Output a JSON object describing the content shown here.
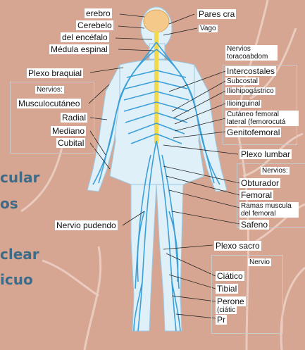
{
  "background_words": [
    "cular",
    "os",
    "clear",
    "icuo"
  ],
  "left_labels": {
    "cerebro": "erebro",
    "cerebelo": "Cerebelo",
    "tronco": "del encéfalo",
    "medula": "Médula espinal",
    "plexo_braquial": "Plexo braquial",
    "nervios": "Nervios:",
    "musculocutaneo": "Musculocutáneo",
    "radial": "Radial",
    "mediano": "Mediano",
    "cubital": "Cubital",
    "pudendo": "Nervio pudendo"
  },
  "right_labels": {
    "pares": "Pares cra",
    "vago": "Vago",
    "nervios_toraco": "Nervios toracoabdom",
    "intercostales": "Intercostales",
    "subcostal": "Subcostal",
    "iliohipogastrico": "Iliohipogástrico",
    "ilioinguinal": "Ilioinguinal",
    "cutaneo": "Cutáneo femoral lateral (femorocutá",
    "genitofemoral": "Genitofemoral",
    "plexo_lumbar": "Plexo lumbar",
    "nervios2": "Nervios:",
    "obturador": "Obturador",
    "femoral": "Femoral",
    "ramas": "Ramas muscula del femoral",
    "safeno": "Safeno",
    "plexo_sacro": "Plexo sacro",
    "nervios3": "Nervio",
    "ciatico": "Ciático",
    "tibial": "Tibial",
    "perone": "Perone",
    "ciatic": "(ciátic",
    "pr": "Pr"
  },
  "colors": {
    "background": "#d7a692",
    "skin": "#dff0f8",
    "nerve": "#3ba0d8",
    "spine": "#f2d94c",
    "brain": "#f4c98a",
    "accent_text": "#3e6b88"
  }
}
